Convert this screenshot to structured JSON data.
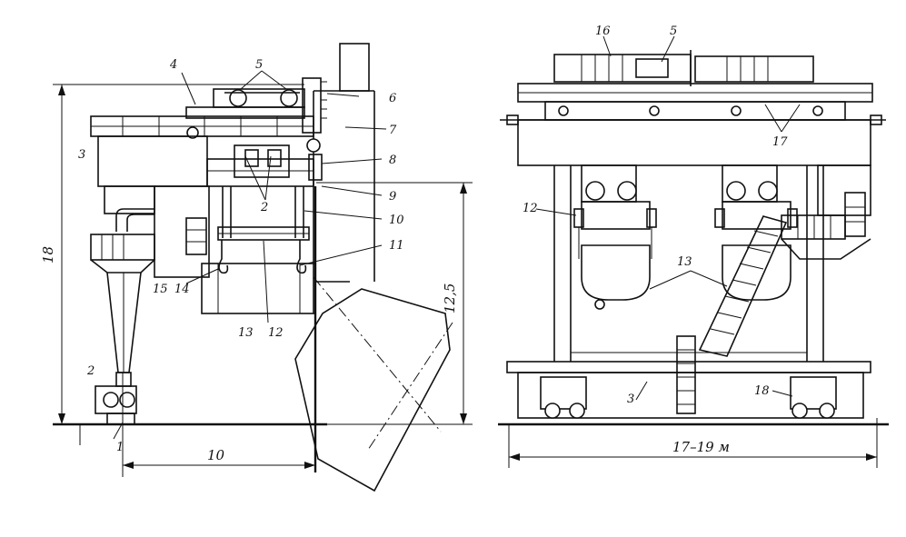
{
  "side_view": {
    "dim_height": "18",
    "dim_lift": "12,5",
    "dim_span": "10",
    "callouts": {
      "c1": "1",
      "c2a": "2",
      "c2b": "2",
      "c3": "3",
      "c4": "4",
      "c5": "5",
      "c6": "6",
      "c7": "7",
      "c8": "8",
      "c9": "9",
      "c10": "10",
      "c11": "11",
      "c12": "12",
      "c13": "13",
      "c14": "14",
      "c15": "15"
    }
  },
  "front_view": {
    "dim_width": "17–19 м",
    "callouts": {
      "c16": "16",
      "c5": "5",
      "c17": "17",
      "c12": "12",
      "c13": "13",
      "c3": "3",
      "c18": "18"
    }
  }
}
